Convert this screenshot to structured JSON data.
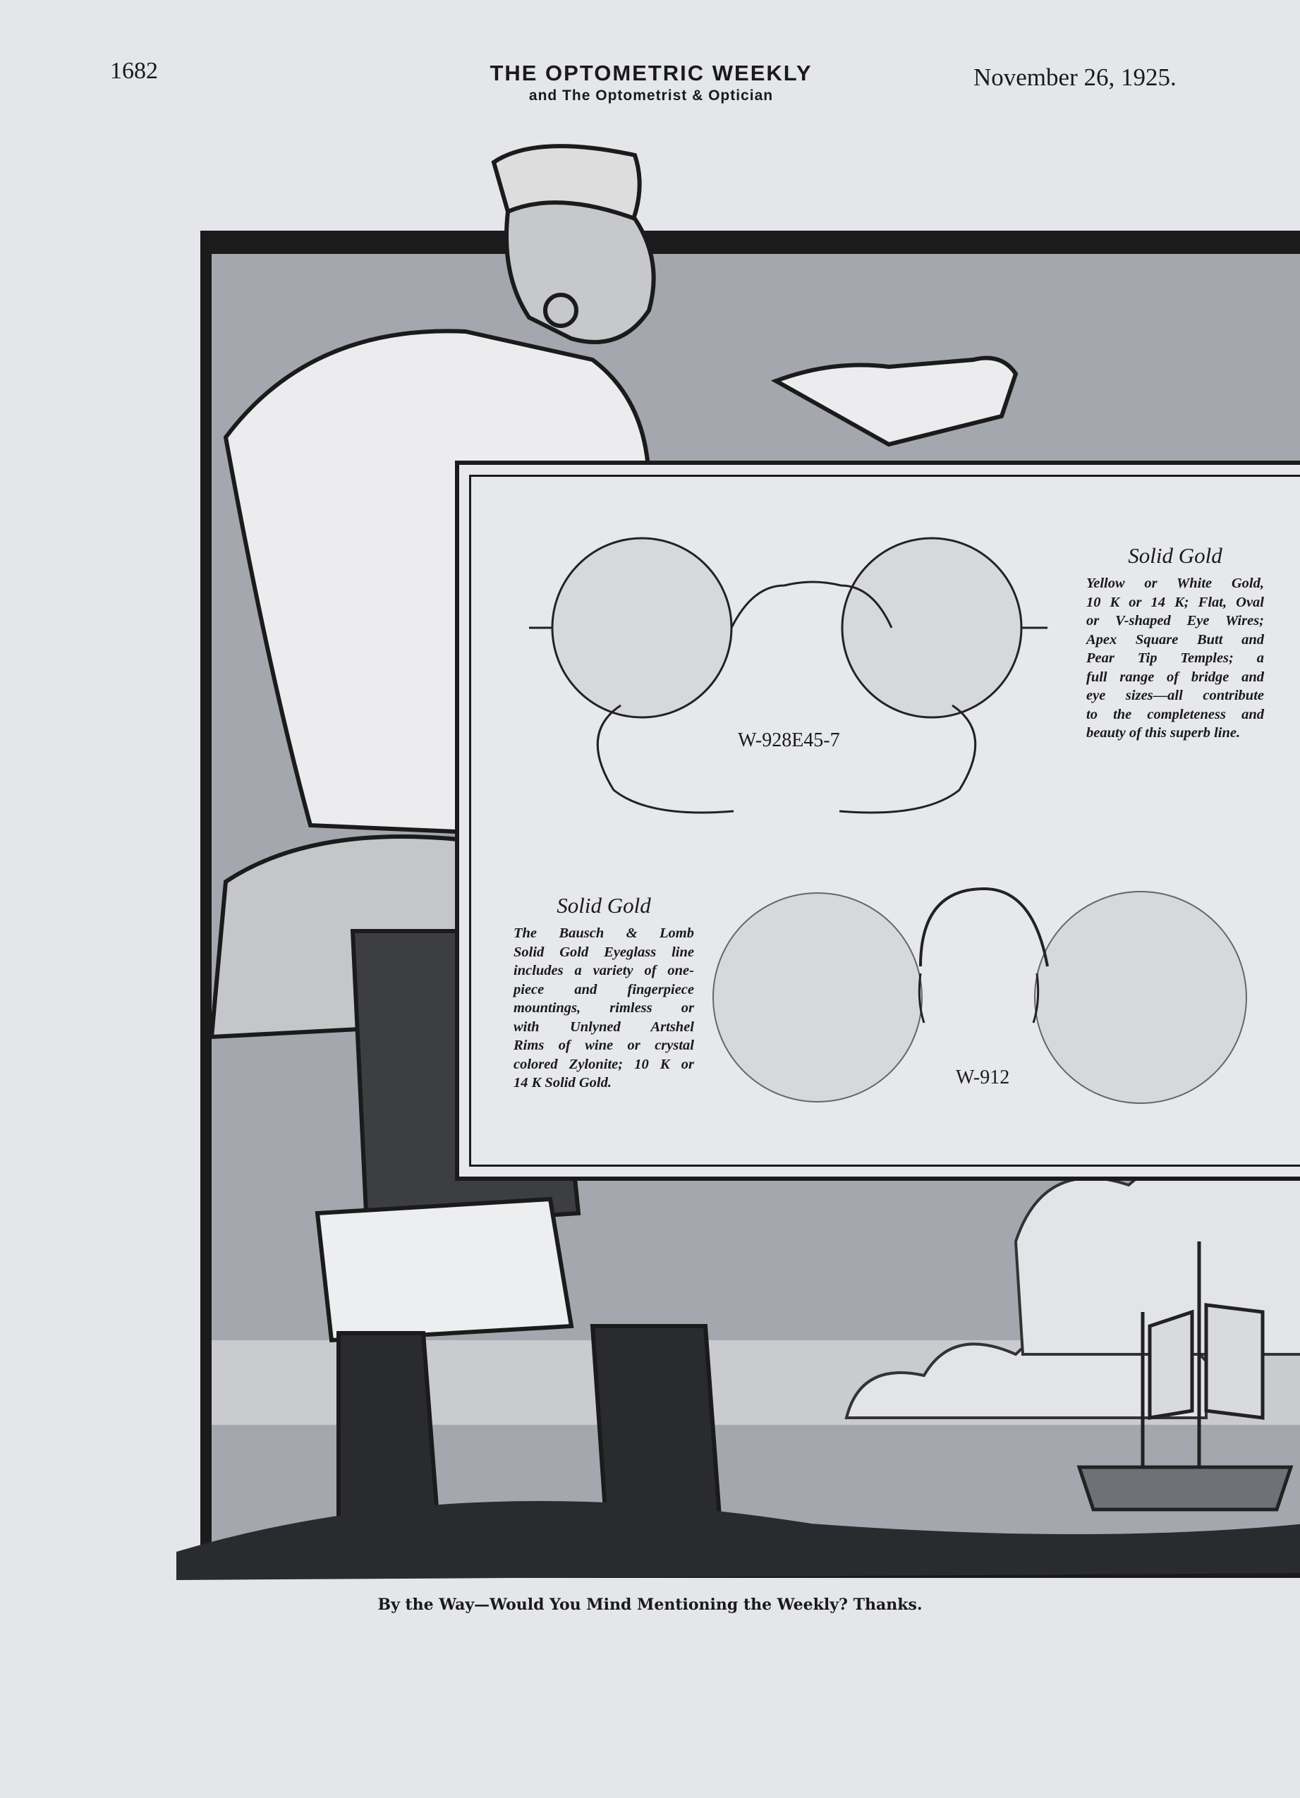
{
  "header": {
    "page_number": "1682",
    "title": "THE OPTOMETRIC WEEKLY",
    "subtitle": "and The Optometrist & Optician",
    "date": "November 26, 1925."
  },
  "advertisement": {
    "right_block": {
      "heading": "Solid Gold",
      "lines": [
        "Yellow or White Gold,",
        "10 K or 14 K; Flat, Oval",
        "or V-shaped Eye Wires;",
        "Apex Square Butt and",
        "Pear Tip Temples; a",
        "full range of bridge and",
        "eye sizes—all contribute",
        "to the completeness and",
        "beauty of this superb line."
      ]
    },
    "left_block": {
      "heading": "Solid Gold",
      "lines": [
        "The Bausch & Lomb",
        "Solid Gold Eyeglass line",
        "includes a variety of one-",
        "piece and fingerpiece",
        "mountings, rimless or",
        "with Unlyned Artshel",
        "Rims of wine or crystal",
        "colored Zylonite; 10 K or",
        "14 K Solid Gold."
      ]
    },
    "product_1": {
      "model": "W-928E45-7"
    },
    "product_2": {
      "model": "W-912"
    }
  },
  "footer": {
    "text": "By the Way—Would You Mind Mentioning the Weekly? Thanks."
  },
  "colors": {
    "paper": "#e4e6ea",
    "ink": "#1b1b1b",
    "halftone": "#9a9da3"
  }
}
